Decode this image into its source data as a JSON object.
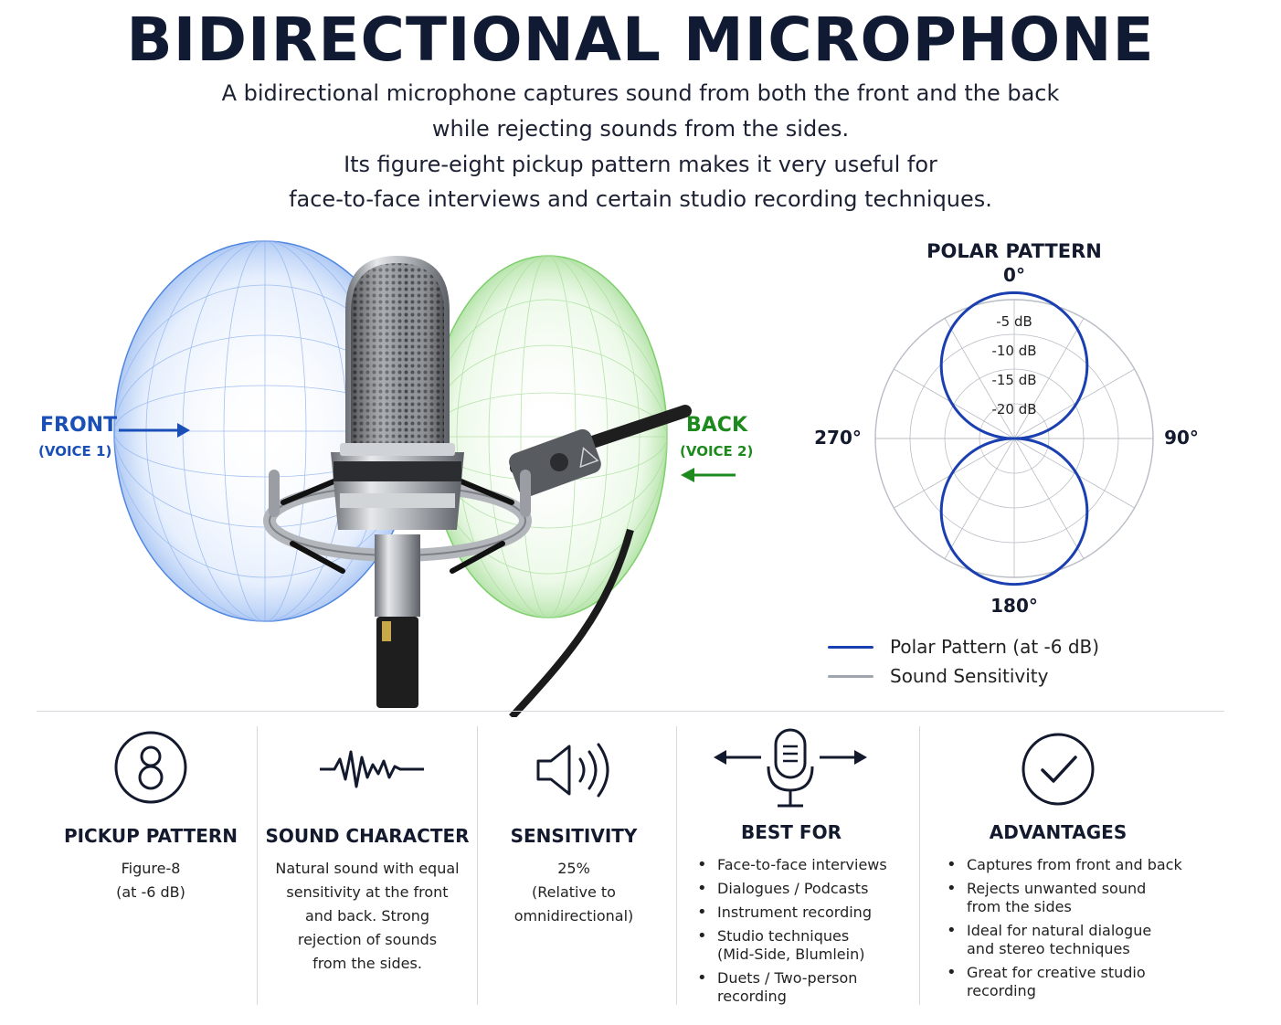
{
  "title": "BIDIRECTIONAL MICROPHONE",
  "intro": [
    "A bidirectional microphone captures sound from both the front and the back",
    "while rejecting sounds from the sides.",
    "Its figure-eight pickup pattern makes it very useful for",
    "face-to-face interviews and certain studio recording techniques."
  ],
  "diagram": {
    "front_label": "FRONT",
    "front_sub": "(VOICE 1)",
    "back_label": "BACK",
    "back_sub": "(VOICE 2)",
    "colors": {
      "front": "#1a4fb8",
      "back": "#1d8a1d",
      "front_sphere": "#4f86e0",
      "back_sphere": "#7ccf6a"
    }
  },
  "polar": {
    "title": "POLAR PATTERN",
    "angle_top": "0°",
    "angle_right": "90°",
    "angle_bottom": "180°",
    "angle_left": "270°",
    "db_labels": [
      "-5 dB",
      "-10 dB",
      "-15 dB",
      "-20 dB"
    ],
    "colors": {
      "pattern": "#1a3fb0",
      "grid": "#b8bcc4"
    }
  },
  "legend": [
    {
      "label": "Polar Pattern (at -6 dB)",
      "color": "#1a3fb0"
    },
    {
      "label": "Sound Sensitivity",
      "color": "#a0a6ae"
    }
  ],
  "columns": {
    "pickup": {
      "icon": "figure-eight-icon",
      "heading": "PICKUP PATTERN",
      "lines": [
        "Figure-8",
        "(at -6 dB)"
      ]
    },
    "sound": {
      "icon": "waveform-icon",
      "heading": "SOUND CHARACTER",
      "lines": [
        "Natural sound with equal",
        "sensitivity at the front",
        "and back. Strong",
        "rejection of sounds",
        "from the sides."
      ]
    },
    "sensitivity": {
      "icon": "speaker-icon",
      "heading": "SENSITIVITY",
      "lines": [
        "25%",
        "(Relative to",
        "omnidirectional)"
      ]
    },
    "best_for": {
      "icon": "microphone-arrows-icon",
      "heading": "BEST FOR",
      "items": [
        [
          "Face-to-face interviews"
        ],
        [
          "Dialogues / Podcasts"
        ],
        [
          "Instrument recording"
        ],
        [
          "Studio techniques",
          "(Mid-Side, Blumlein)"
        ],
        [
          "Duets / Two-person",
          "recording"
        ]
      ]
    },
    "advantages": {
      "icon": "checkmark-circle-icon",
      "heading": "ADVANTAGES",
      "items": [
        [
          "Captures from front and back"
        ],
        [
          "Rejects unwanted sound",
          "from the sides"
        ],
        [
          "Ideal for natural dialogue",
          "and stereo techniques"
        ],
        [
          "Great for creative studio",
          "recording"
        ]
      ]
    }
  }
}
